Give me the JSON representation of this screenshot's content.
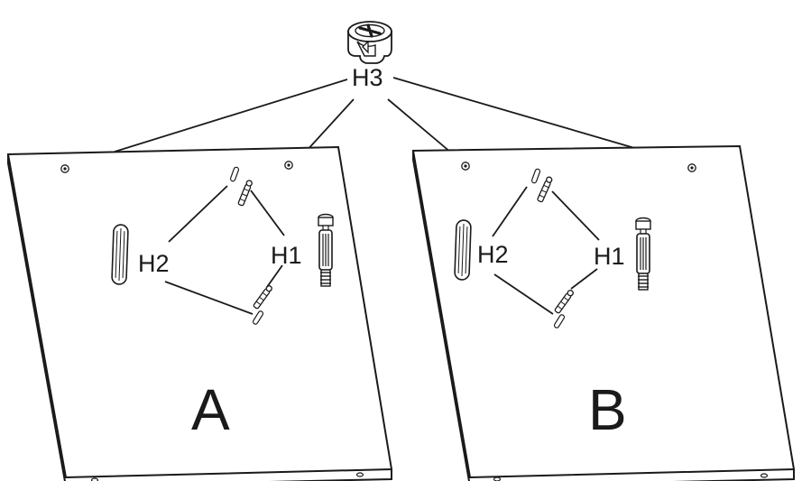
{
  "parts": {
    "h1": "H1",
    "h2": "H2",
    "h3": "H3"
  },
  "panels": {
    "a": "A",
    "b": "B"
  },
  "icons": [
    "cam-lock-icon",
    "wood-dowel-icon",
    "cam-bolt-icon",
    "screw-icon"
  ],
  "colors": {
    "ink": "#1a1a1a",
    "paper": "#ffffff"
  }
}
